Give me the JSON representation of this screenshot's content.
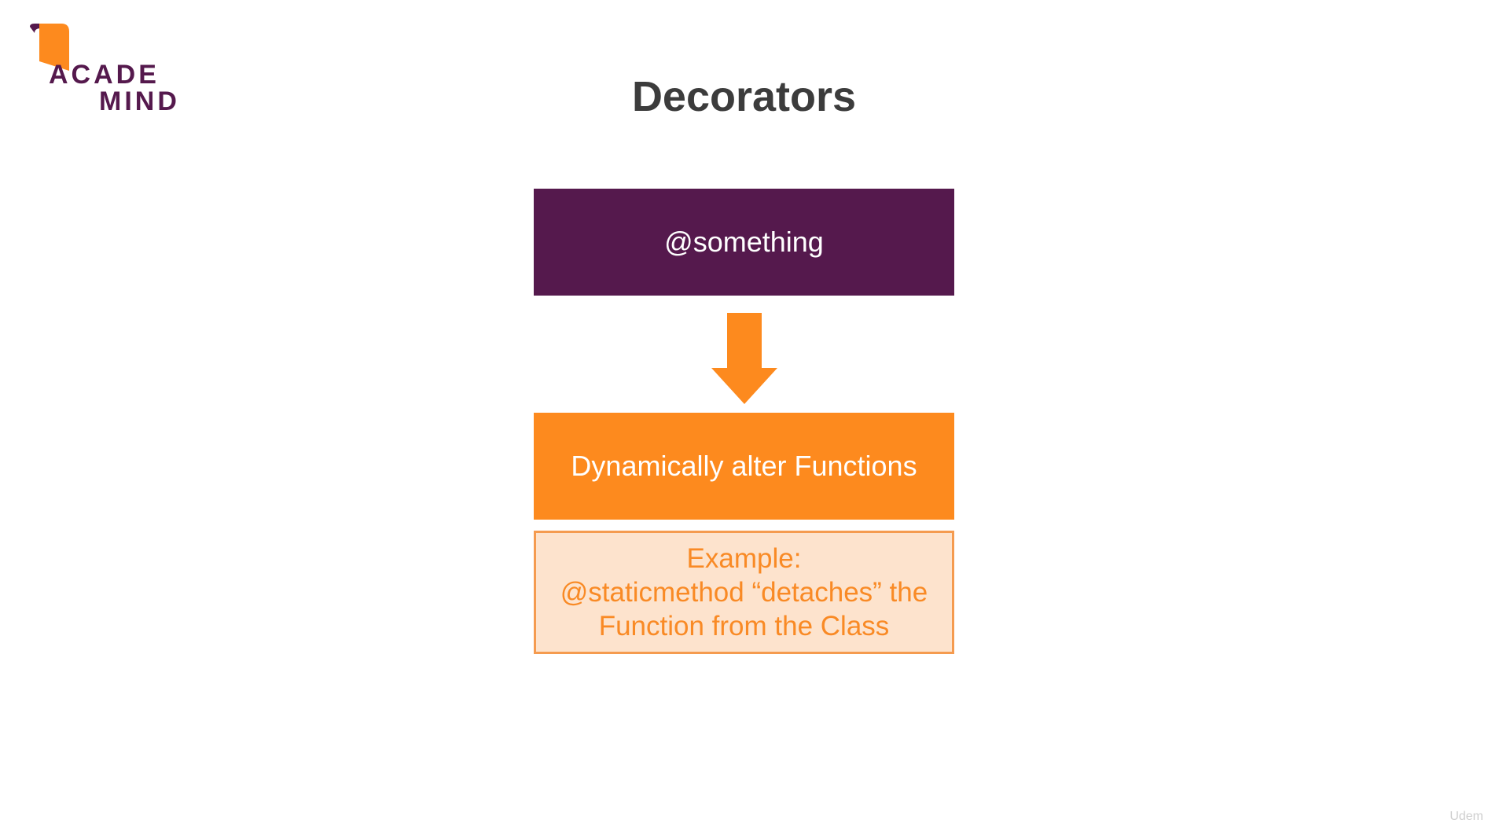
{
  "colors": {
    "purple": "#55194d",
    "orange": "#fd8a1e",
    "light_orange_bg": "#fde3cd",
    "light_orange_border": "#f59b4f",
    "light_orange_text": "#f98a25",
    "title_color": "#3c3c3c"
  },
  "logo": {
    "line1": "ACADE",
    "line2": "MIND",
    "icon": "bookmark-icon"
  },
  "slide": {
    "title": "Decorators"
  },
  "diagram": {
    "top_box": "@something",
    "arrow_icon": "arrow-down-icon",
    "middle_box": "Dynamically alter Functions",
    "example": {
      "line1": "Example:",
      "line2": "@staticmethod “detaches” the",
      "line3": "Function from the Class"
    }
  },
  "watermark": {
    "text": "Udem"
  }
}
